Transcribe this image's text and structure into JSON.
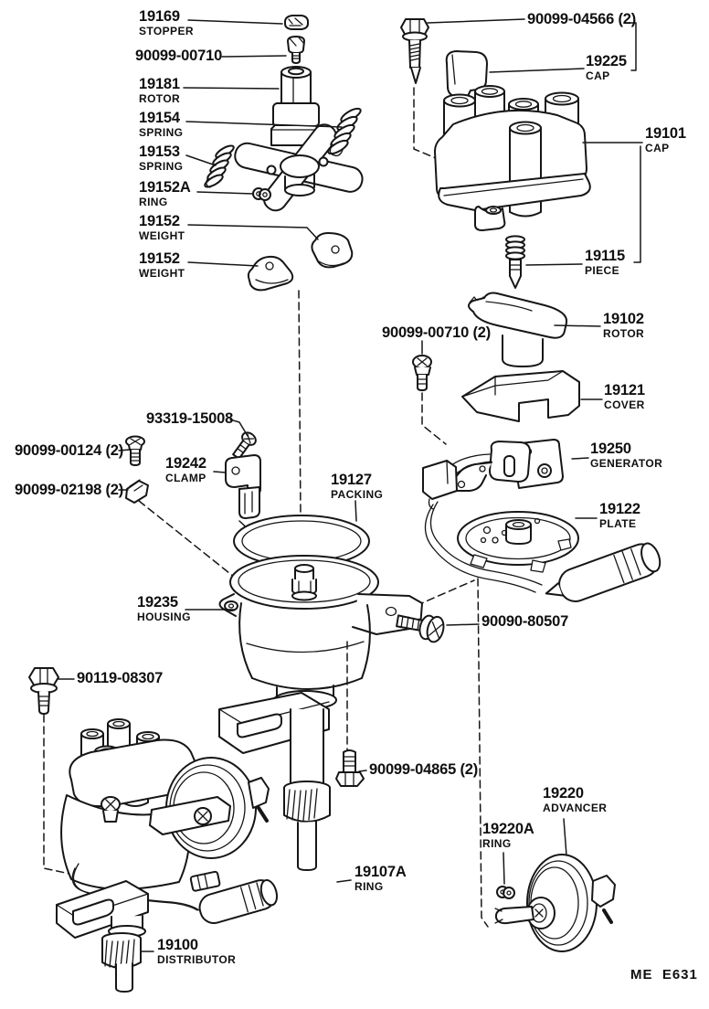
{
  "footer": {
    "code": "ME  E631"
  },
  "labels": [
    {
      "part": "19169",
      "sub": "STOPPER"
    },
    {
      "part": "90099-00710",
      "sub": ""
    },
    {
      "part": "19181",
      "sub": "ROTOR"
    },
    {
      "part": "19154",
      "sub": "SPRING"
    },
    {
      "part": "19153",
      "sub": "SPRING"
    },
    {
      "part": "19152A",
      "sub": "RING"
    },
    {
      "part": "19152",
      "sub": "WEIGHT"
    },
    {
      "part": "19152",
      "sub": "WEIGHT"
    },
    {
      "part": "90099-04566 (2)",
      "sub": ""
    },
    {
      "part": "19225",
      "sub": "CAP"
    },
    {
      "part": "19101",
      "sub": "CAP"
    },
    {
      "part": "19115",
      "sub": "PIECE"
    },
    {
      "part": "19102",
      "sub": "ROTOR"
    },
    {
      "part": "90099-00710 (2)",
      "sub": ""
    },
    {
      "part": "19121",
      "sub": "COVER"
    },
    {
      "part": "19250",
      "sub": "GENERATOR"
    },
    {
      "part": "19122",
      "sub": "PLATE"
    },
    {
      "part": "93319-15008",
      "sub": ""
    },
    {
      "part": "90099-00124 (2)",
      "sub": ""
    },
    {
      "part": "19242",
      "sub": "CLAMP"
    },
    {
      "part": "90099-02198 (2)",
      "sub": ""
    },
    {
      "part": "19127",
      "sub": "PACKING"
    },
    {
      "part": "19235",
      "sub": "HOUSING"
    },
    {
      "part": "90090-80507",
      "sub": ""
    },
    {
      "part": "90119-08307",
      "sub": ""
    },
    {
      "part": "90099-04865 (2)",
      "sub": ""
    },
    {
      "part": "19107A",
      "sub": "RING"
    },
    {
      "part": "19220",
      "sub": "ADVANCER"
    },
    {
      "part": "19220A",
      "sub": "RING"
    },
    {
      "part": "19100",
      "sub": "DISTRIBUTOR"
    }
  ]
}
